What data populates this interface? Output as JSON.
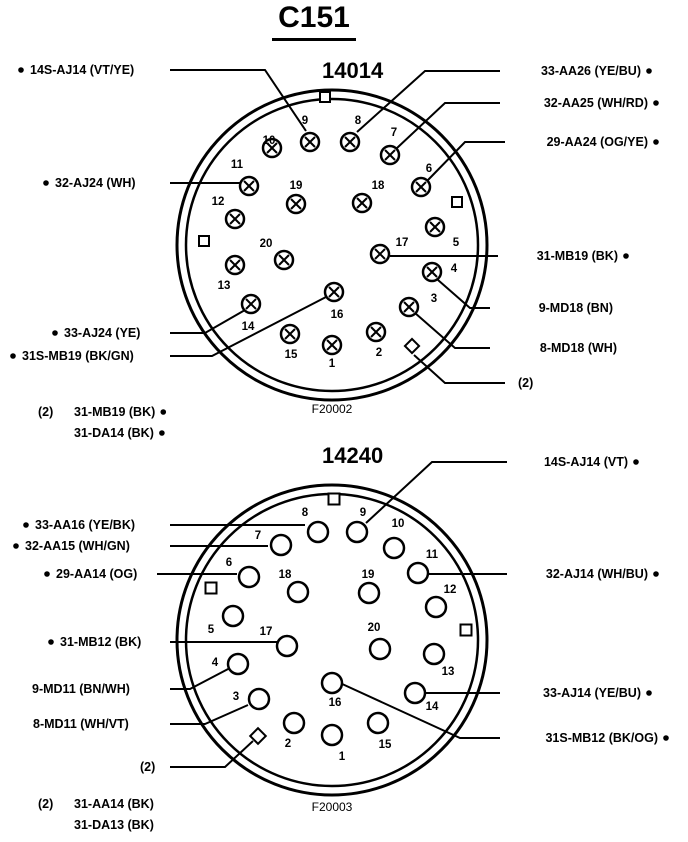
{
  "title": "C151",
  "connectors": [
    {
      "id": "14014",
      "figure": "F20002",
      "pins": [
        "1",
        "2",
        "3",
        "4",
        "5",
        "6",
        "7",
        "8",
        "9",
        "10",
        "11",
        "12",
        "13",
        "14",
        "15",
        "16",
        "17",
        "18",
        "19",
        "20"
      ],
      "callouts": [
        "14S-AJ14 (VT/YE)",
        "32-AJ24 (WH)",
        "33-AJ24 (YE)",
        "31S-MB19 (BK/GN)",
        "33-AA26 (YE/BU)",
        "32-AA25 (WH/RD)",
        "29-AA24 (OG/YE)",
        "31-MB19 (BK)",
        "9-MD18  (BN)",
        "8-MD18  (WH)",
        "(2)"
      ],
      "note": {
        "marker": "(2)",
        "lines": [
          "31-MB19 (BK)",
          "31-DA14 (BK)"
        ]
      }
    },
    {
      "id": "14240",
      "figure": "F20003",
      "pins": [
        "1",
        "2",
        "3",
        "4",
        "5",
        "6",
        "7",
        "8",
        "9",
        "10",
        "11",
        "12",
        "13",
        "14",
        "15",
        "16",
        "17",
        "18",
        "19",
        "20"
      ],
      "callouts": [
        "33-AA16 (YE/BK)",
        "32-AA15 (WH/GN)",
        "29-AA14 (OG)",
        "31-MB12 (BK)",
        "9-MD11 (BN/WH)",
        "8-MD11 (WH/VT)",
        "(2)",
        "14S-AJ14 (VT)",
        "32-AJ14 (WH/BU)",
        "33-AJ14 (YE/BU)",
        "31S-MB12 (BK/OG)"
      ],
      "note": {
        "marker": "(2)",
        "lines": [
          "31-AA14 (BK)",
          "31-DA13 (BK)"
        ]
      }
    }
  ]
}
